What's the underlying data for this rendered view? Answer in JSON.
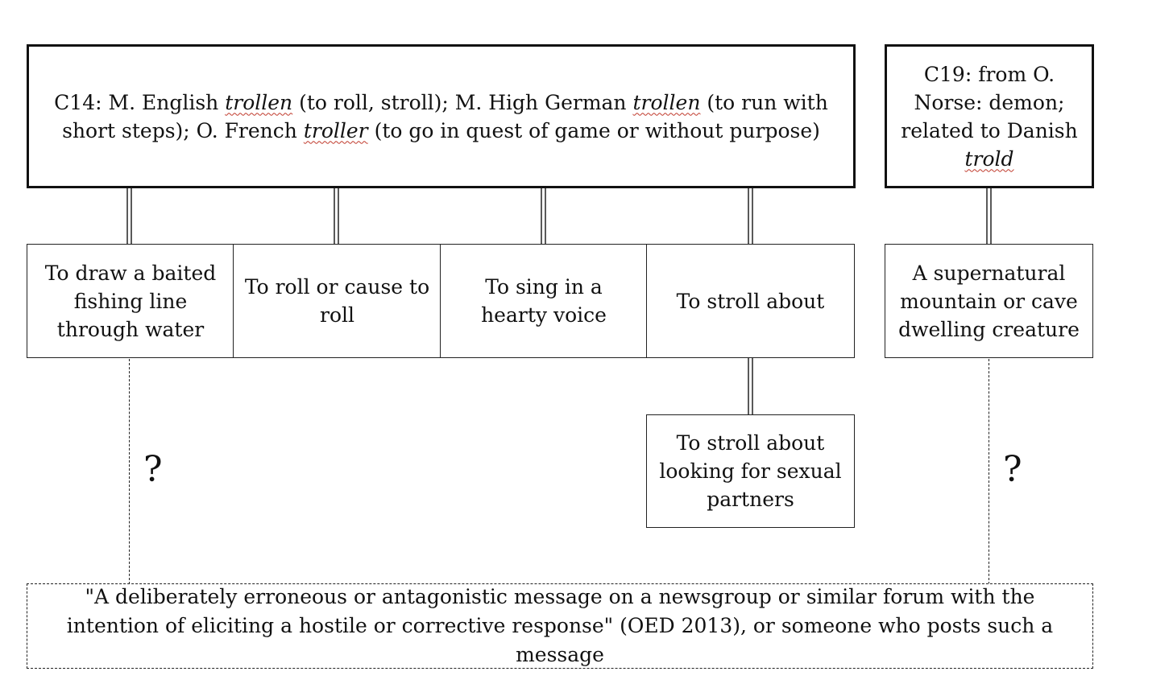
{
  "origin_c14": {
    "p1": "C14: M. English ",
    "w1": "trollen",
    "p2": " (to roll, stroll); M. High German ",
    "w2": "trollen",
    "p3": " (to run with short steps); O. French ",
    "w3": "troller",
    "p4": " (to go in quest of game or without purpose)"
  },
  "origin_c19": {
    "p1": "C19: from O. Norse: demon; related to Danish ",
    "w1": "trold"
  },
  "senses": [
    "To draw a baited fishing line through water",
    "To roll or cause to roll",
    "To sing in a hearty voice",
    "To stroll about"
  ],
  "sense_c19": "A supernatural mountain or cave dwelling creature",
  "sense_extended": "To stroll about looking for sexual partners",
  "question_marks": [
    "?",
    "?"
  ],
  "definition": "\"A deliberately erroneous or antagonistic message on a newsgroup or similar forum with the intention of eliciting a hostile or corrective response\" (OED 2013), or someone who posts such a message"
}
